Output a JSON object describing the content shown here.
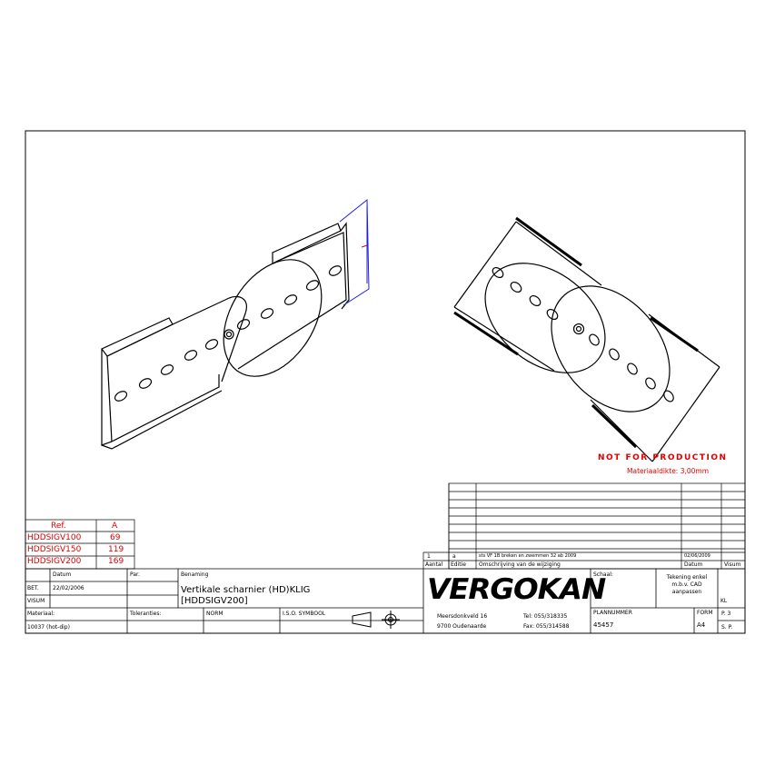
{
  "warning": "NOT FOR PRODUCTION",
  "material_thickness": "Materiaaldikte: 3,00mm",
  "ref_table": {
    "headers": [
      "Ref.",
      "A"
    ],
    "rows": [
      {
        "ref": "HDDSIGV100",
        "a": "69"
      },
      {
        "ref": "HDDSIGV150",
        "a": "119"
      },
      {
        "ref": "HDDSIGV200",
        "a": "169"
      }
    ]
  },
  "revision": {
    "row": {
      "aantal": "1",
      "editie": "a",
      "omschrijving": "sts VF 1B breken en zwemmen 32 ab 2009",
      "datum": "02/06/2009",
      "visum": ""
    },
    "headers": {
      "aantal": "Aantal",
      "editie": "Editie",
      "omschrijving": "Omschrijving van de wijziging",
      "datum": "Datum",
      "visum": "Visum"
    }
  },
  "title_block": {
    "datum_label": "Datum",
    "par_label": "Par.",
    "benaming_label": "Benaming",
    "bet_label": "BET.",
    "bet_date": "22/02/2006",
    "visum_label": "VISUM",
    "title_line1": "Vertikale scharnier (HD)KLIG",
    "title_line2": "[HDDSIGV200]",
    "materiaal_label": "Materiaal:",
    "toleranties_label": "Toleranties:",
    "norm_label": "NORM",
    "symbool_label": "I.S.O. SYMBOOL",
    "material_value": "10037 (hot-dip)",
    "logo": "VERGOKAN",
    "address_line1": "Meersdonkveld 16",
    "address_line2": "9700 Oudenaarde",
    "phone": "Tel: 055/318335",
    "fax": "Fax: 055/314588",
    "schaal_label": "Schaal:",
    "note": "Tekening enkel m.b.v. CAD aanpassen",
    "kl_label": "KL",
    "plan_label": "PLANNUMMER",
    "plan_number": "45457",
    "formaat_label": "FORM",
    "formaat_value": "A4",
    "blad_label": "P. 3",
    "blad_count": "S. P."
  }
}
